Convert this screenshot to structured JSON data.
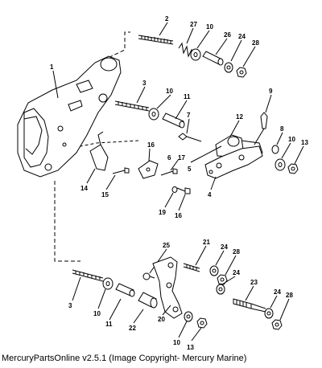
{
  "callouts": [
    "1",
    "2",
    "3",
    "4",
    "5",
    "6",
    "7",
    "8",
    "9",
    "10",
    "11",
    "12",
    "13",
    "14",
    "15",
    "16",
    "17",
    "19",
    "20",
    "21",
    "22",
    "23",
    "24",
    "25",
    "26",
    "27",
    "28"
  ],
  "labels": {
    "l1": "1",
    "l2": "2",
    "l27": "27",
    "l10a": "10",
    "l26": "26",
    "l24a": "24",
    "l28a": "28",
    "l3a": "3",
    "l10b": "10",
    "l11a": "11",
    "l7": "7",
    "l9": "9",
    "l12": "12",
    "l8": "8",
    "l10c": "10",
    "l13a": "13",
    "l6": "6",
    "l17": "17",
    "l16a": "16",
    "l5": "5",
    "l4": "4",
    "l14": "14",
    "l15": "15",
    "l19": "19",
    "l16b": "16",
    "l25": "25",
    "l21": "21",
    "l24b": "24",
    "l28b": "28",
    "l24c": "24",
    "l23": "23",
    "l24d": "24",
    "l28c": "28",
    "l3b": "3",
    "l10d": "10",
    "l11b": "11",
    "l22": "22",
    "l20": "20",
    "l10e": "10",
    "l13b": "13"
  },
  "footer": "MercuryPartsOnline v2.5.1 (Image Copyright- Mercury Marine)"
}
